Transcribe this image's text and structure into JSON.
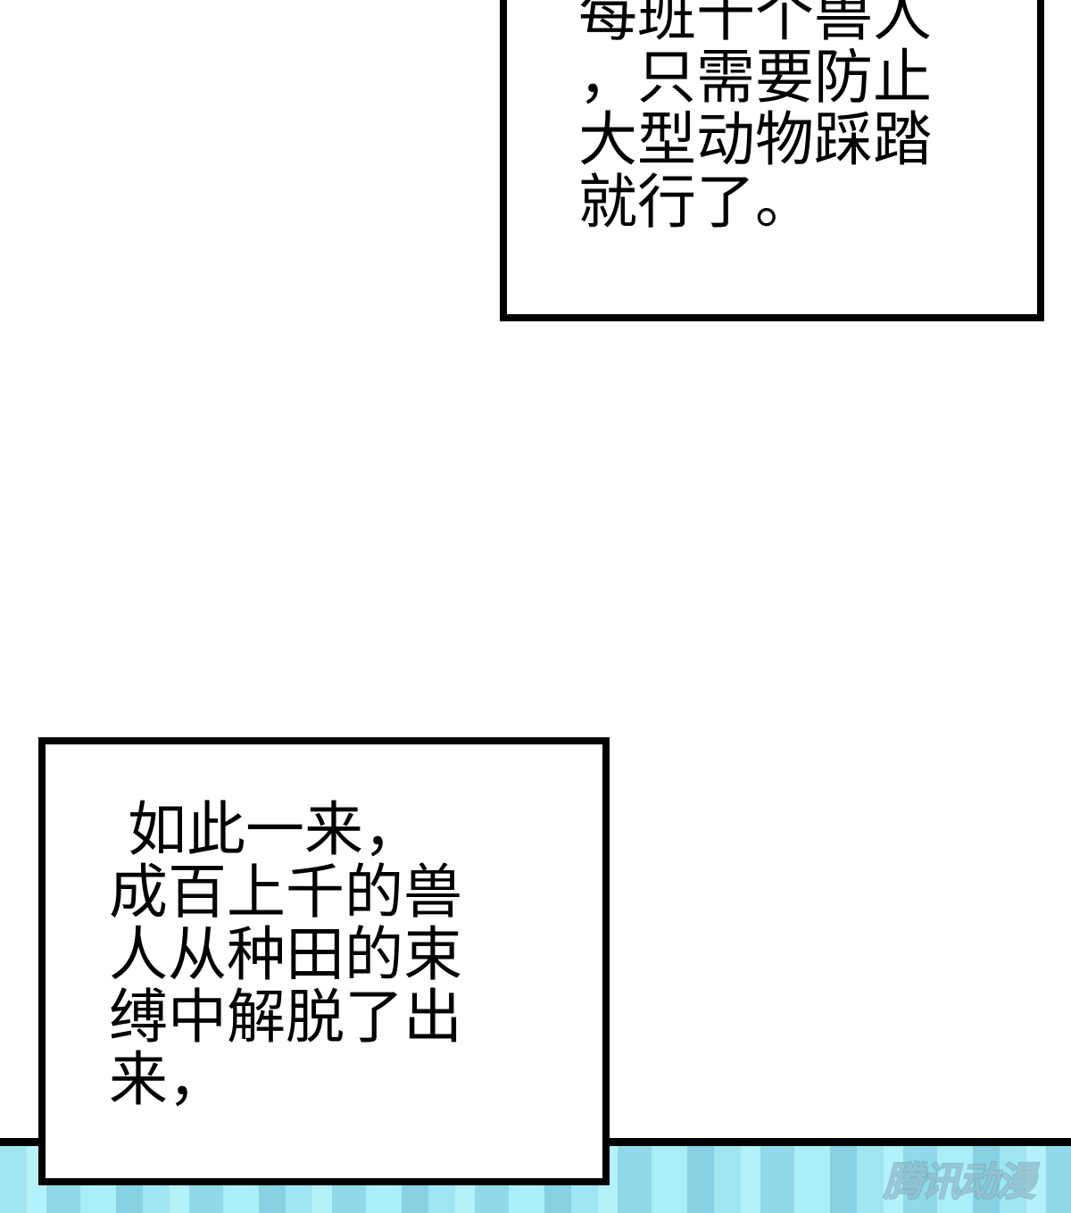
{
  "panels": [
    {
      "lines": [
        "每班十个兽人",
        "，只需要防止",
        "大型动物踩踏",
        "就行了。"
      ]
    },
    {
      "lines": [
        " 如此一来，",
        "成百上千的兽",
        "人从种田的束",
        "缚中解脱了出",
        "来，"
      ]
    }
  ],
  "watermark": "腾讯动漫",
  "colors": {
    "band": "#a5e8f4",
    "border": "#000000"
  }
}
